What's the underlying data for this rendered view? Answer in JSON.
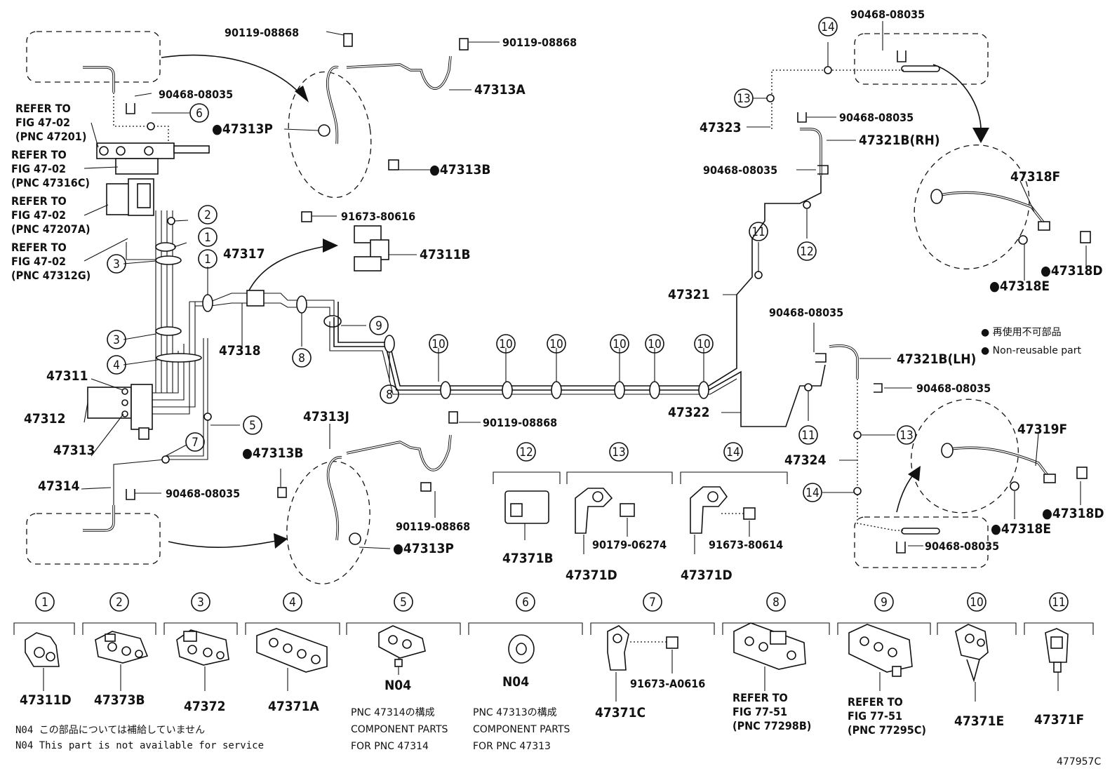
{
  "callouts": {
    "p_90119_top_l": "90119-08868",
    "p_90119_top_r": "90119-08868",
    "p_47313A": "47313A",
    "p_47313P_top": "●47313P",
    "p_47313B_top": "●47313B",
    "p_91673_80616": "91673-80616",
    "p_47311B": "47311B",
    "p_47317": "47317",
    "p_47318": "47318",
    "p_90468_tl": "90468-08035",
    "refer1": [
      "REFER TO",
      "FIG 47-02",
      "(PNC 47201)"
    ],
    "refer2": [
      "REFER TO",
      "FIG 47-02",
      "(PNC 47316C)"
    ],
    "refer3": [
      "REFER TO",
      "FIG 47-02",
      "(PNC 47207A)"
    ],
    "refer4": [
      "REFER TO",
      "FIG 47-02",
      "(PNC 47312G)"
    ],
    "p_47311": "47311",
    "p_47312": "47312",
    "p_47313": "47313",
    "p_47314": "47314",
    "p_90468_bl": "90468-08035",
    "p_47313J": "47313J",
    "p_90119_bot_r": "90119-08868",
    "p_90119_bot_b": "90119-08868",
    "p_47313B_bot": "●47313B",
    "p_47313P_bot": "●47313P",
    "p_90468_tr_top": "90468-08035",
    "p_90468_tr2": "90468-08035",
    "p_47323": "47323",
    "p_47321B_RH": "47321B(RH)",
    "p_90468_tr3": "90468-08035",
    "p_47318F": "47318F",
    "p_47318D_top": "●47318D",
    "p_47318E_top": "●47318E",
    "p_47321": "47321",
    "p_90468_mr": "90468-08035",
    "p_47321B_LH": "47321B(LH)",
    "p_90468_mr2": "90468-08035",
    "p_47322": "47322",
    "p_47324": "47324",
    "p_47319F": "47319F",
    "p_47318D_bot": "●47318D",
    "p_47318E_bot": "●47318E",
    "p_90468_br": "90468-08035",
    "legend_jp": "● 再使用不可部品",
    "legend_en": "● Non-reusable part",
    "p_47371B": "47371B",
    "p_47371D_a": "47371D",
    "p_90179": "90179-06274",
    "p_91673_80614": "91673-80614",
    "p_47371D_b": "47371D"
  },
  "circled_numbers": [
    "1",
    "2",
    "3",
    "4",
    "5",
    "6",
    "7",
    "8",
    "9",
    "10",
    "11",
    "12",
    "13",
    "14"
  ],
  "detail_parts": {
    "c1": "47311D",
    "c2": "47373B",
    "c3": "47372",
    "c4": "47371A",
    "c5_code": "N04",
    "c5_note": [
      "PNC 47314の構成",
      "COMPONENT PARTS",
      "FOR PNC 47314"
    ],
    "c6_code": "N04",
    "c6_note": [
      "PNC 47313の構成",
      "COMPONENT PARTS",
      "FOR PNC 47313"
    ],
    "c7": "47371C",
    "c7_bolt": "91673-A0616",
    "c8": [
      "REFER TO",
      "FIG 77-51",
      "(PNC 77298B)"
    ],
    "c9": [
      "REFER TO",
      "FIG 77-51",
      "(PNC 77295C)"
    ],
    "c10": "47371E",
    "c11": "47371F"
  },
  "footnote_jp": "N04 この部品については補給していません",
  "footnote_en": "N04 This part is not available for service",
  "drawing_id": "477957C"
}
